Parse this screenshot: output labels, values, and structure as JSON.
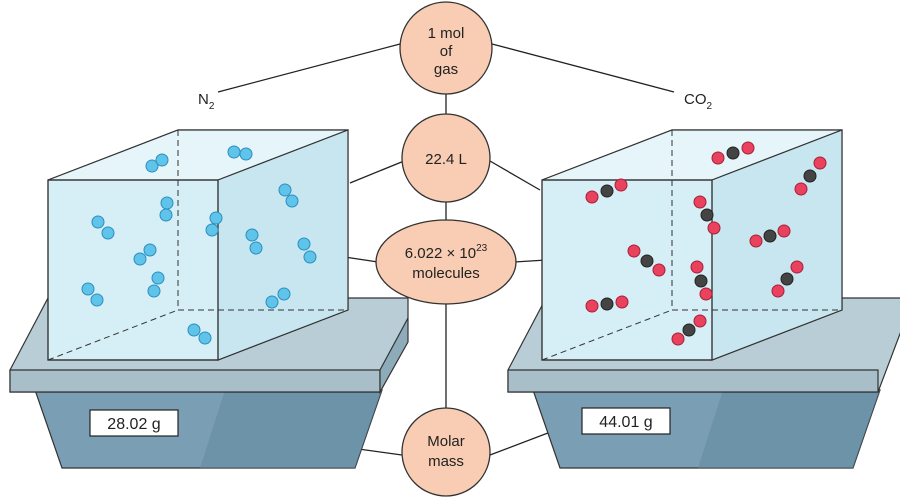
{
  "center_nodes": {
    "moles": {
      "line1": "1 mol",
      "line2": "of",
      "line3": "gas"
    },
    "volume": {
      "text": "22.4 L"
    },
    "molecules": {
      "number": "6.022 × 10",
      "exponent": "23",
      "unit": "molecules"
    },
    "molar_mass": {
      "line1": "Molar",
      "line2": "mass"
    }
  },
  "gases": {
    "left": {
      "formula": "N",
      "subscript": "2",
      "mass": "28.02 g"
    },
    "right": {
      "formula": "CO",
      "subscript": "2",
      "mass": "44.01 g"
    }
  },
  "colors": {
    "node_fill": "#f9cdb4",
    "box_fill": "#d6eef5",
    "balance_top": "#b9cdd6",
    "balance_body": "#7a9fb4",
    "n2_atom": "#5fc3ea",
    "o_atom": "#e8425f",
    "c_atom": "#444444"
  }
}
